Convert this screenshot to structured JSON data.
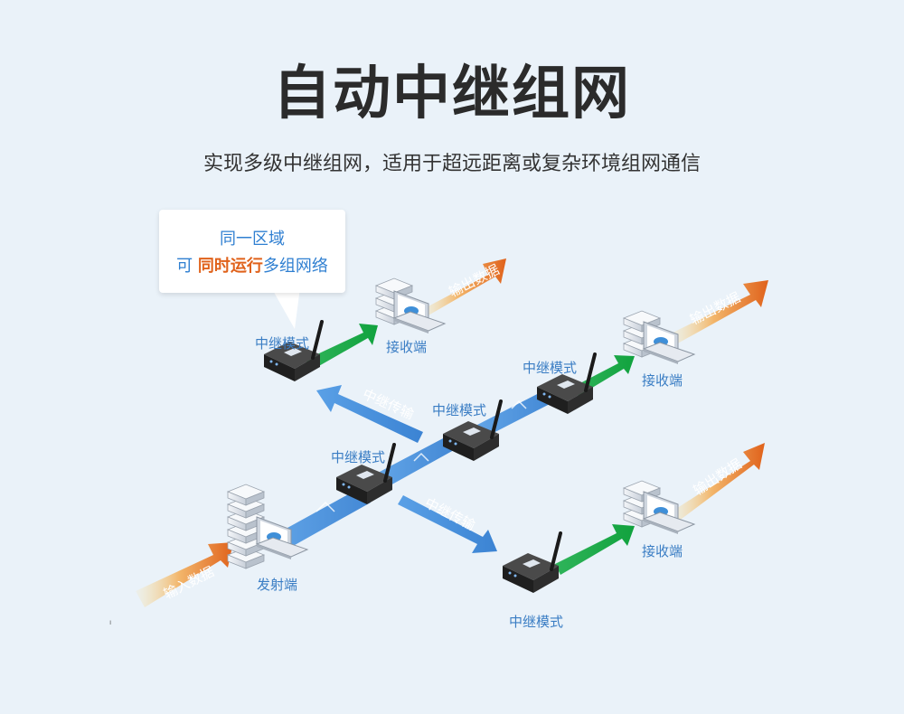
{
  "title": "自动中继组网",
  "subtitle": "实现多级中继组网，适用于超远距离或复杂环境组网通信",
  "callout": {
    "line1": "同一区域",
    "line2_prefix": "可",
    "line2_highlight": "同时运行",
    "line2_suffix": "多组网络"
  },
  "labels": {
    "relay_mode": "中继模式",
    "receiver": "接收端",
    "sender": "发射端",
    "relay_transfer": "中继传输",
    "output_data": "输出数据",
    "input_data": "输入数据",
    "tiny_mark": "ı"
  },
  "colors": {
    "blue_link": "#4a90d9",
    "green_arrow": "#1eb04a",
    "orange_arrow": "#e8762c",
    "highlight": "#e0621b",
    "label_blue": "#3a7dc4"
  }
}
